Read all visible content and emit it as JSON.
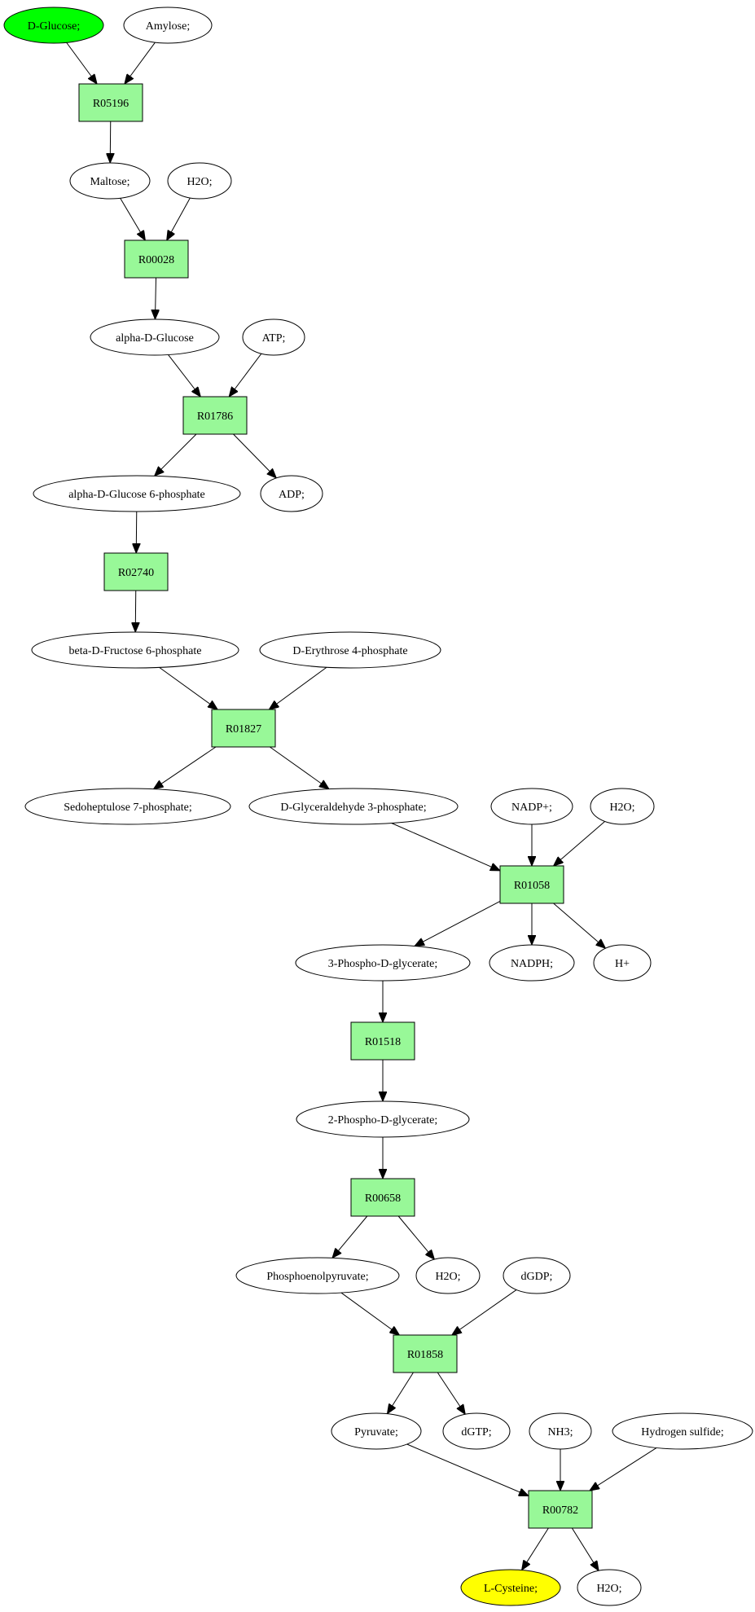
{
  "colors": {
    "reaction_fill": "#98f898",
    "start_fill": "#00ff00",
    "end_fill": "#ffff00",
    "compound_fill": "#ffffff"
  },
  "nodes": {
    "d_glucose": {
      "label": "D-Glucose;",
      "kind": "start"
    },
    "amylose": {
      "label": "Amylose;",
      "kind": "compound"
    },
    "r05196": {
      "label": "R05196",
      "kind": "reaction"
    },
    "maltose": {
      "label": "Maltose;",
      "kind": "compound"
    },
    "h2o_1": {
      "label": "H2O;",
      "kind": "compound"
    },
    "r00028": {
      "label": "R00028",
      "kind": "reaction"
    },
    "alpha_d_glucose": {
      "label": "alpha-D-Glucose",
      "kind": "compound"
    },
    "atp": {
      "label": "ATP;",
      "kind": "compound"
    },
    "r01786": {
      "label": "R01786",
      "kind": "reaction"
    },
    "alpha_d_glucose_6p": {
      "label": "alpha-D-Glucose 6-phosphate",
      "kind": "compound"
    },
    "adp": {
      "label": "ADP;",
      "kind": "compound"
    },
    "r02740": {
      "label": "R02740",
      "kind": "reaction"
    },
    "beta_d_fructose_6p": {
      "label": "beta-D-Fructose 6-phosphate",
      "kind": "compound"
    },
    "d_erythrose_4p": {
      "label": "D-Erythrose 4-phosphate",
      "kind": "compound"
    },
    "r01827": {
      "label": "R01827",
      "kind": "reaction"
    },
    "sedoheptulose_7p": {
      "label": "Sedoheptulose 7-phosphate;",
      "kind": "compound"
    },
    "d_glyceraldehyde_3p": {
      "label": "D-Glyceraldehyde 3-phosphate;",
      "kind": "compound"
    },
    "nadp_plus": {
      "label": "NADP+;",
      "kind": "compound"
    },
    "h2o_2": {
      "label": "H2O;",
      "kind": "compound"
    },
    "r01058": {
      "label": "R01058",
      "kind": "reaction"
    },
    "phospho_3_d_glycerate": {
      "label": "3-Phospho-D-glycerate;",
      "kind": "compound"
    },
    "nadph": {
      "label": "NADPH;",
      "kind": "compound"
    },
    "h_plus": {
      "label": "H+",
      "kind": "compound"
    },
    "r01518": {
      "label": "R01518",
      "kind": "reaction"
    },
    "phospho_2_d_glycerate": {
      "label": "2-Phospho-D-glycerate;",
      "kind": "compound"
    },
    "r00658": {
      "label": "R00658",
      "kind": "reaction"
    },
    "phosphoenolpyruvate": {
      "label": "Phosphoenolpyruvate;",
      "kind": "compound"
    },
    "h2o_3": {
      "label": "H2O;",
      "kind": "compound"
    },
    "dgdp": {
      "label": "dGDP;",
      "kind": "compound"
    },
    "r01858": {
      "label": "R01858",
      "kind": "reaction"
    },
    "pyruvate": {
      "label": "Pyruvate;",
      "kind": "compound"
    },
    "dgtp": {
      "label": "dGTP;",
      "kind": "compound"
    },
    "nh3": {
      "label": "NH3;",
      "kind": "compound"
    },
    "hydrogen_sulfide": {
      "label": "Hydrogen sulfide;",
      "kind": "compound"
    },
    "r00782": {
      "label": "R00782",
      "kind": "reaction"
    },
    "l_cysteine": {
      "label": "L-Cysteine;",
      "kind": "end"
    },
    "h2o_4": {
      "label": "H2O;",
      "kind": "compound"
    }
  },
  "edges": [
    [
      "d_glucose",
      "r05196"
    ],
    [
      "amylose",
      "r05196"
    ],
    [
      "r05196",
      "maltose"
    ],
    [
      "maltose",
      "r00028"
    ],
    [
      "h2o_1",
      "r00028"
    ],
    [
      "r00028",
      "alpha_d_glucose"
    ],
    [
      "alpha_d_glucose",
      "r01786"
    ],
    [
      "atp",
      "r01786"
    ],
    [
      "r01786",
      "alpha_d_glucose_6p"
    ],
    [
      "r01786",
      "adp"
    ],
    [
      "alpha_d_glucose_6p",
      "r02740"
    ],
    [
      "r02740",
      "beta_d_fructose_6p"
    ],
    [
      "beta_d_fructose_6p",
      "r01827"
    ],
    [
      "d_erythrose_4p",
      "r01827"
    ],
    [
      "r01827",
      "sedoheptulose_7p"
    ],
    [
      "r01827",
      "d_glyceraldehyde_3p"
    ],
    [
      "d_glyceraldehyde_3p",
      "r01058"
    ],
    [
      "nadp_plus",
      "r01058"
    ],
    [
      "h2o_2",
      "r01058"
    ],
    [
      "r01058",
      "phospho_3_d_glycerate"
    ],
    [
      "r01058",
      "nadph"
    ],
    [
      "r01058",
      "h_plus"
    ],
    [
      "phospho_3_d_glycerate",
      "r01518"
    ],
    [
      "r01518",
      "phospho_2_d_glycerate"
    ],
    [
      "phospho_2_d_glycerate",
      "r00658"
    ],
    [
      "r00658",
      "phosphoenolpyruvate"
    ],
    [
      "r00658",
      "h2o_3"
    ],
    [
      "phosphoenolpyruvate",
      "r01858"
    ],
    [
      "dgdp",
      "r01858"
    ],
    [
      "r01858",
      "pyruvate"
    ],
    [
      "r01858",
      "dgtp"
    ],
    [
      "pyruvate",
      "r00782"
    ],
    [
      "nh3",
      "r00782"
    ],
    [
      "hydrogen_sulfide",
      "r00782"
    ],
    [
      "r00782",
      "l_cysteine"
    ],
    [
      "r00782",
      "h2o_4"
    ]
  ]
}
